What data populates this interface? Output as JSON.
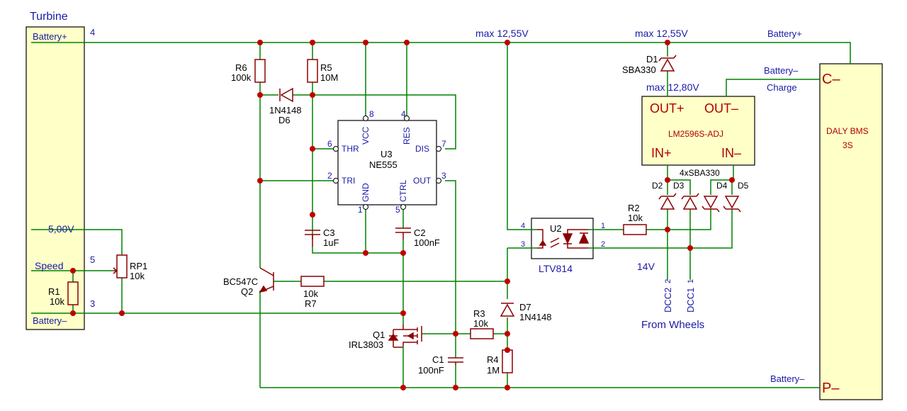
{
  "modules": {
    "turbine": {
      "title": "Turbine",
      "pin_batt_plus": "Battery+",
      "pin_5v": "5,00V",
      "pin_speed": "Speed",
      "pin_batt_minus": "Battery–",
      "n4": "4",
      "n5": "5",
      "n3": "3"
    },
    "bms": {
      "title1": "DALY BMS",
      "title2": "3S",
      "c_minus": "C–",
      "p_minus": "P–"
    }
  },
  "net_labels": {
    "max1": "max 12,55V",
    "max2": "max 12,55V",
    "batt_plus_r": "Battery+",
    "batt_minus_r": "Battery–",
    "charge": "Charge",
    "max3": "max 12,80V",
    "batt_minus_bottom": "Battery–",
    "v14": "14V",
    "from_wheels": "From Wheels",
    "dcc2": "DCC2",
    "dcc1": "DCC1",
    "dcc2_pin": "2",
    "dcc1_pin": "1",
    "diodes4": "4xSBA330"
  },
  "components": {
    "rp1": {
      "ref": "RP1",
      "val": "10k"
    },
    "r1": {
      "ref": "R1",
      "val": "10k"
    },
    "r6": {
      "ref": "R6",
      "val": "100k"
    },
    "r5": {
      "ref": "R5",
      "val": "10M"
    },
    "d6": {
      "ref": "D6",
      "val": "1N4148"
    },
    "u3": {
      "ref": "U3",
      "val": "NE555",
      "vcc": "VCC",
      "res": "RES",
      "thr": "THR",
      "dis": "DIS",
      "tri": "TRI",
      "out": "OUT",
      "gnd": "GND",
      "ctrl": "CTRL",
      "p8": "8",
      "p4": "4",
      "p6": "6",
      "p7": "7",
      "p2": "2",
      "p3": "3",
      "p1": "1",
      "p5": "5"
    },
    "c3": {
      "ref": "C3",
      "val": "1uF"
    },
    "c2": {
      "ref": "C2",
      "val": "100nF"
    },
    "q2": {
      "ref": "Q2",
      "val": "BC547C"
    },
    "r7": {
      "ref": "R7",
      "val": "10k"
    },
    "q1": {
      "ref": "Q1",
      "val": "IRL3803"
    },
    "c1": {
      "ref": "C1",
      "val": "100nF"
    },
    "r3": {
      "ref": "R3",
      "val": "10k"
    },
    "d7": {
      "ref": "D7",
      "val": "1N4148"
    },
    "r4": {
      "ref": "R4",
      "val": "1M"
    },
    "u2": {
      "ref": "U2",
      "val": "LTV814",
      "p4": "4",
      "p3": "3",
      "p1": "1",
      "p2": "2"
    },
    "r2": {
      "ref": "R2",
      "val": "10k"
    },
    "d1": {
      "ref": "D1",
      "val": "SBA330"
    },
    "lm": {
      "name": "LM2596S-ADJ",
      "outp": "OUT+",
      "outm": "OUT–",
      "inp": "IN+",
      "inm": "IN–"
    },
    "d2": {
      "ref": "D2"
    },
    "d3": {
      "ref": "D3"
    },
    "d4": {
      "ref": "D4"
    },
    "d5": {
      "ref": "D5"
    }
  }
}
